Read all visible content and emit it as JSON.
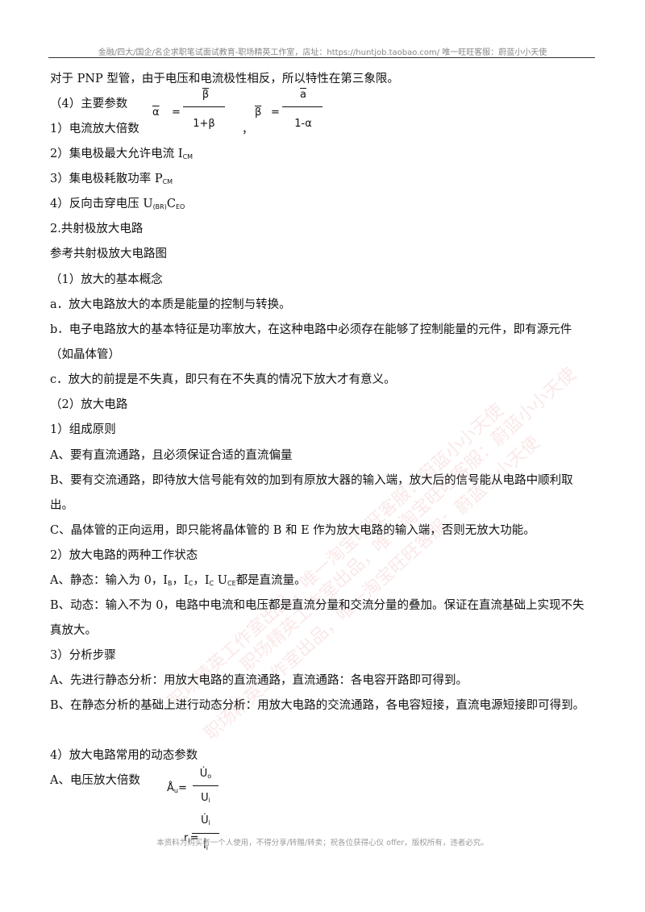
{
  "header": "金融/四大/国企/名企求职笔试面试教育-职场精英工作室，店址：https://huntjob.taobao.com/  唯一旺旺客服：蔚蓝小小天使",
  "footer": "本资料为购买者一个人使用，不得分享/转赠/转卖；祝各位获得心仪 offer，版权所有，违者必究。",
  "watermarks": [
    "职场精英工作室出品，唯一淘宝旺旺客服：蔚蓝小小天使",
    "职场精英工作室出品，唯一淘宝旺旺客服：蔚蓝小小天使",
    "职场精英工作室出品，唯一淘宝旺旺客服：蔚蓝小小天使"
  ],
  "lines": {
    "pnp": "对于 PNP 型管，由于电压和电流极性相反，所以特性在第三象限。",
    "params": "（4）主要参数",
    "p1": "1）电流放大倍数",
    "p2": "2）集电极最大允许电流 I",
    "p2sub": "CM",
    "p3": "3）集电极耗散功率 P",
    "p3sub": "CM",
    "p4": "4）反向击穿电压 U",
    "p4sub1": "(BR)",
    "p4mid": "C",
    "p4sub2": "EO",
    "s2": "2.共射极放大电路",
    "ref": "参考共射极放大电路图",
    "c1": "（1）放大的基本概念",
    "a": "a．放大电路放大的本质是能量的控制与转换。",
    "b": "b．电子电路放大的基本特征是功率放大，在这种电路中必须存在能够了控制能量的元件，即有源元件（如晶体管）",
    "c": "c．放大的前提是不失真，即只有在不失真的情况下放大才有意义。",
    "c2": "（2）放大电路",
    "r1": "1）组成原则",
    "rA": "A、要有直流通路，且必须保证合适的直流偏量",
    "rB": "B、要有交流通路，即待放大信号能有效的加到有原放大器的输入端，放大后的信号能从电路中顺利取出。",
    "rC": "C、晶体管的正向运用，即只能将晶体管的 B 和 E 作为放大电路的输入端，否则无放大功能。",
    "w2": "2）放大电路的两种工作状态",
    "wA_pre": "A、静态：输入为 0，I",
    "wA_b": "B",
    "wA_m1": "，I",
    "wA_c": "C",
    "wA_m2": "，I",
    "wA_c2": "C",
    "wA_u": " U",
    "wA_ce": "CE",
    "wA_post": "都是直流量。",
    "wB": "B、动态：输入不为 0，电路中电流和电压都是直流分量和交流分量的叠加。保证在直流基础上实现不失真放大。",
    "st": "3）分析步骤",
    "stA": "A、先进行静态分析：用放大电路的直流通路，直流通路：各电容开路即可得到。",
    "stB": "B、在静态分析的基础上进行动态分析：用放大电路的交流通路，各电容短接，直流电源短接即可得到。",
    "dyn": "4）放大电路常用的动态参数",
    "dynA": "A、电压放大倍数"
  },
  "formulas": {
    "alpha_lhs": "α",
    "eq": "=",
    "alpha_num": "β",
    "alpha_den": "1+β",
    "comma": "，",
    "beta_lhs": "β",
    "beta_num": "a",
    "beta_den": "1-α",
    "au_lhs": "Å",
    "au_sub": "u",
    "au_eq": "=",
    "au_num": "U̇",
    "au_num_sub": "o",
    "au_den": "U",
    "au_den_sub": "i",
    "ri_lhs": "r",
    "ri_sub": "i",
    "ri_eq": "=",
    "ri_num": "U̇",
    "ri_num_sub": "i",
    "ri_den": "İ",
    "ri_den_sub": "i"
  }
}
